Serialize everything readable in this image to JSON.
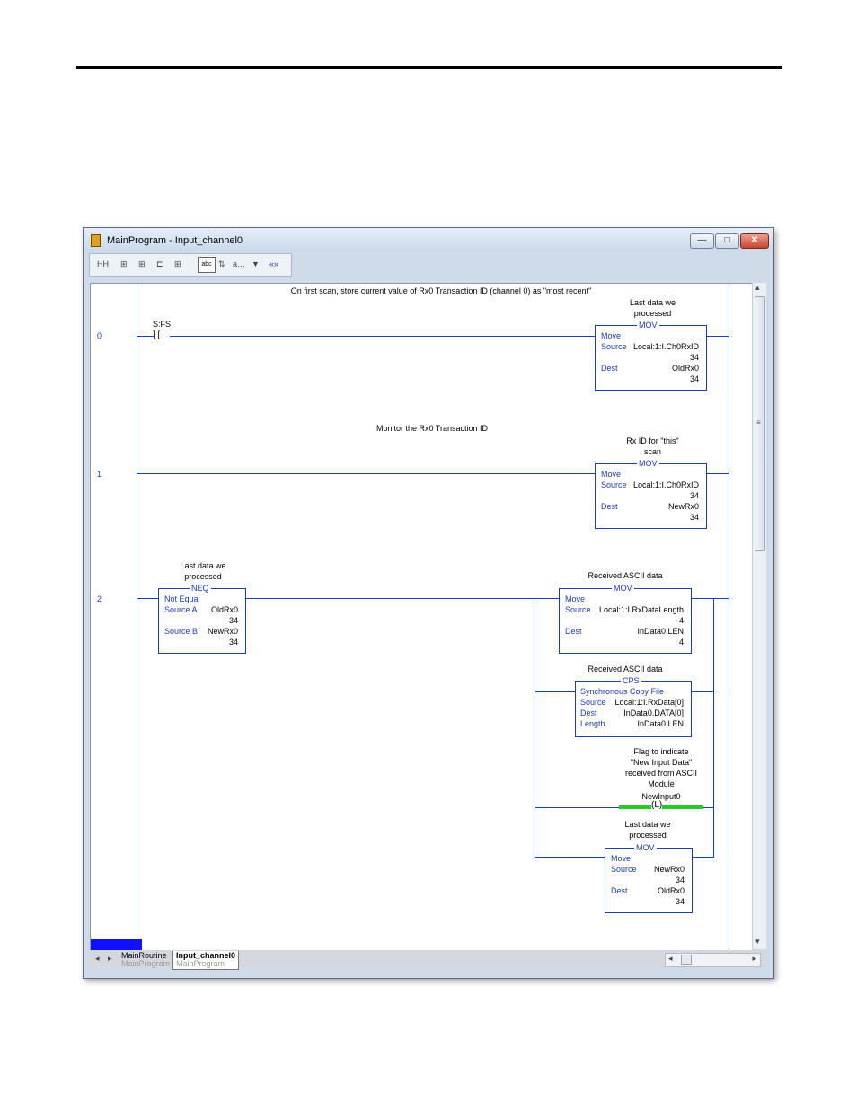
{
  "window": {
    "title": "MainProgram - Input_channel0",
    "min_glyph": "—",
    "max_glyph": "□",
    "close_glyph": "✕"
  },
  "toolbar": {
    "icons": [
      "HH",
      "⊞",
      "⊞",
      "⊏",
      "⊞"
    ],
    "selected_label": "abc",
    "tool_a": "⇅",
    "tool_b": "a…",
    "dropdown_glyph": "▼",
    "link_glyph": "«»"
  },
  "rungs": {
    "r0": {
      "number": "0",
      "comment": "On first scan, store current value of Rx0 Transaction ID (channel 0) as \"most recent\"",
      "contact_tag": "S:FS",
      "contact_glyph": "] [",
      "mov_desc_line1": "Last data we",
      "mov_desc_line2": "processed",
      "mov_title": "MOV",
      "mov_name": "Move",
      "source_label": "Source",
      "source_tag": "Local:1:I.Ch0RxID",
      "source_value": "34",
      "dest_label": "Dest",
      "dest_tag": "OldRx0",
      "dest_value": "34"
    },
    "r1": {
      "number": "1",
      "comment": "Monitor the Rx0 Transaction ID",
      "mov_desc_line1": "Rx ID for \"this\"",
      "mov_desc_line2": "scan",
      "mov_title": "MOV",
      "mov_name": "Move",
      "source_label": "Source",
      "source_tag": "Local:1:I.Ch0RxID",
      "source_value": "34",
      "dest_label": "Dest",
      "dest_tag": "NewRx0",
      "dest_value": "34"
    },
    "r2": {
      "number": "2",
      "neq_desc_line1": "Last data we",
      "neq_desc_line2": "processed",
      "neq_title": "NEQ",
      "neq_name": "Not Equal",
      "neq_srca_label": "Source A",
      "neq_srca_tag": "OldRx0",
      "neq_srca_value": "34",
      "neq_srcb_label": "Source B",
      "neq_srcb_tag": "NewRx0",
      "neq_srcb_value": "34",
      "mov1_desc": "Received ASCII data",
      "mov1_title": "MOV",
      "mov1_name": "Move",
      "mov1_source_label": "Source",
      "mov1_source_tag": "Local:1:I.RxDataLength",
      "mov1_source_value": "4",
      "mov1_dest_label": "Dest",
      "mov1_dest_tag": "InData0.LEN",
      "mov1_dest_value": "4",
      "cps_desc": "Received ASCII data",
      "cps_title": "CPS",
      "cps_name": "Synchronous Copy File",
      "cps_source_label": "Source",
      "cps_source_tag": "Local:1:I.RxData[0]",
      "cps_dest_label": "Dest",
      "cps_dest_tag": "InData0.DATA[0]",
      "cps_length_label": "Length",
      "cps_length_tag": "InData0.LEN",
      "flag_desc_line1": "Flag to indicate",
      "flag_desc_line2": "\"New Input Data\"",
      "flag_desc_line3": "received from ASCII",
      "flag_desc_line4": "Module",
      "flag_tag": "NewInput0",
      "flag_glyph": "(L)",
      "mov2_desc_line1": "Last data we",
      "mov2_desc_line2": "processed",
      "mov2_title": "MOV",
      "mov2_name": "Move",
      "mov2_source_label": "Source",
      "mov2_source_tag": "NewRx0",
      "mov2_source_value": "34",
      "mov2_dest_label": "Dest",
      "mov2_dest_tag": "OldRx0",
      "mov2_dest_value": "34"
    }
  },
  "tabs": {
    "tab1_name": "MainRoutine",
    "tab1_program": "MainProgram",
    "tab2_name": "Input_channel0",
    "tab2_program": "MainProgram"
  },
  "scroll": {
    "left_arrow": "◂",
    "right_arrow": "▸",
    "up_arrow": "▴",
    "down_arrow": "▾",
    "grip": "≡"
  },
  "colors": {
    "ladder_blue": "#1a3cb4",
    "energized_green": "#22cc22"
  }
}
